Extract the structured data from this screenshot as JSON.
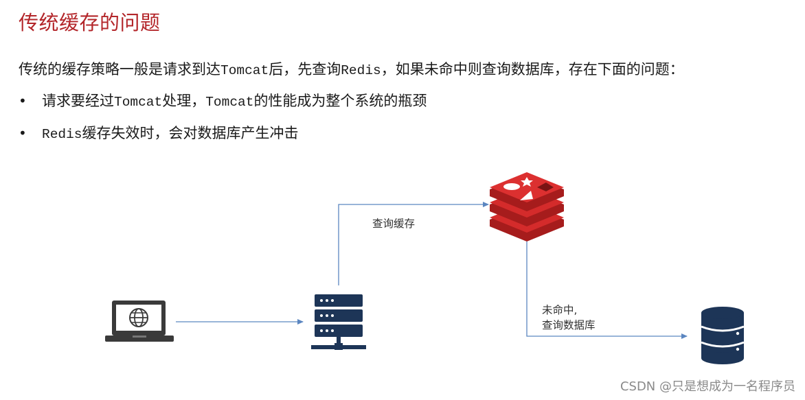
{
  "title": "传统缓存的问题",
  "intro": {
    "part1": "传统的缓存策略一般是请求到达",
    "tomcat": "Tomcat",
    "part2": "后，先查询",
    "redis": "Redis",
    "part3": "，如果未命中则查询数据库，存在下面的问题："
  },
  "bullets": [
    {
      "dot": "•",
      "part1": "请求要经过",
      "code1": "Tomcat",
      "part2": "处理，",
      "code2": "Tomcat",
      "part3": "的性能成为整个系统的瓶颈"
    },
    {
      "dot": "•",
      "code1": "Redis",
      "part1": "缓存失效时，会对数据库产生冲击"
    }
  ],
  "diagram": {
    "query_cache_label": "查询缓存",
    "miss_label_line1": "未命中,",
    "miss_label_line2": "查询数据库",
    "icons": [
      "laptop-globe-icon",
      "server-icon",
      "redis-icon",
      "database-icon"
    ],
    "colors": {
      "arrow": "#5b86c0",
      "navy": "#1d3557",
      "laptop": "#3a3a3a",
      "redis_red": "#d42b2b",
      "redis_dark": "#a61c1c"
    }
  },
  "watermark": "CSDN @只是想成为一名程序员"
}
